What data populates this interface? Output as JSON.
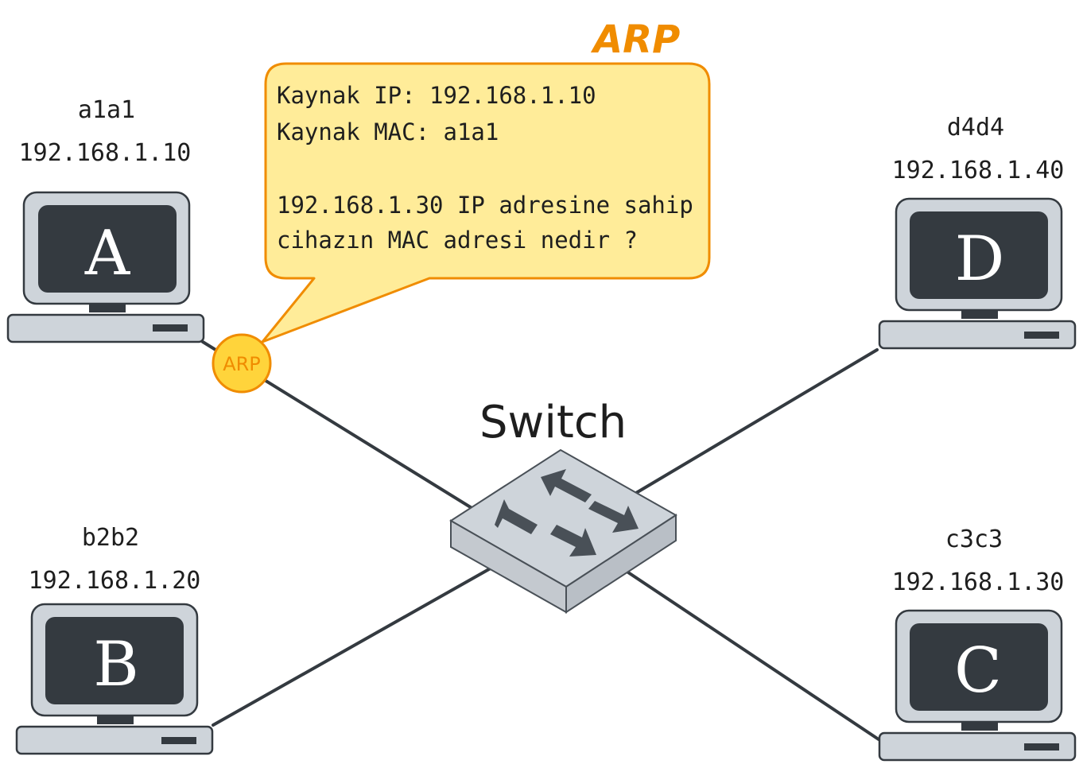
{
  "arp_title": "ARP",
  "arp_badge": "ARP",
  "switch_label": "Switch",
  "bubble": {
    "lines": [
      "Kaynak IP: 192.168.1.10",
      "Kaynak MAC: a1a1",
      "",
      "192.168.1.30 IP adresine sahip",
      "cihazın MAC adresi nedir ?"
    ]
  },
  "hosts": {
    "a": {
      "letter": "A",
      "mac": "a1a1",
      "ip": "192.168.1.10"
    },
    "b": {
      "letter": "B",
      "mac": "b2b2",
      "ip": "192.168.1.20"
    },
    "c": {
      "letter": "C",
      "mac": "c3c3",
      "ip": "192.168.1.30"
    },
    "d": {
      "letter": "D",
      "mac": "d4d4",
      "ip": "192.168.1.40"
    }
  },
  "colors": {
    "accent": "#f08c00",
    "bubble_fill": "#ffec99",
    "monitor_body": "#ced4da",
    "screen": "#343a40",
    "line": "#343a40"
  }
}
